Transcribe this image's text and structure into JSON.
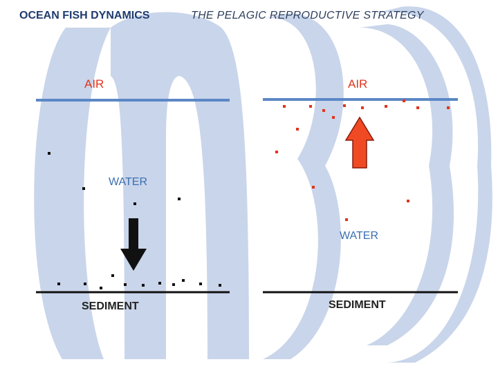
{
  "header": {
    "left_title": "OCEAN FISH DYNAMICS",
    "right_title": "THE PELAGIC REPRODUCTIVE STRATEGY"
  },
  "left_panel": {
    "air_label": "AIR",
    "water_label": "WATER",
    "sediment_label": "SEDIMENT",
    "arrow_direction": "down"
  },
  "right_panel": {
    "air_label": "AIR",
    "water_label": "WATER",
    "sediment_label": "SEDIMENT",
    "arrow_direction": "up"
  },
  "colors": {
    "watermark": "#c9d5ea",
    "air_line": "#5b87c5",
    "air_text": "#e0341c",
    "water_text": "#3b6fb0",
    "sediment_line": "#111111",
    "left_particle": "#111111",
    "right_particle": "#e0341c",
    "down_arrow": "#111111",
    "up_arrow_fill": "#f04a24",
    "up_arrow_stroke": "#8a1a0a"
  }
}
